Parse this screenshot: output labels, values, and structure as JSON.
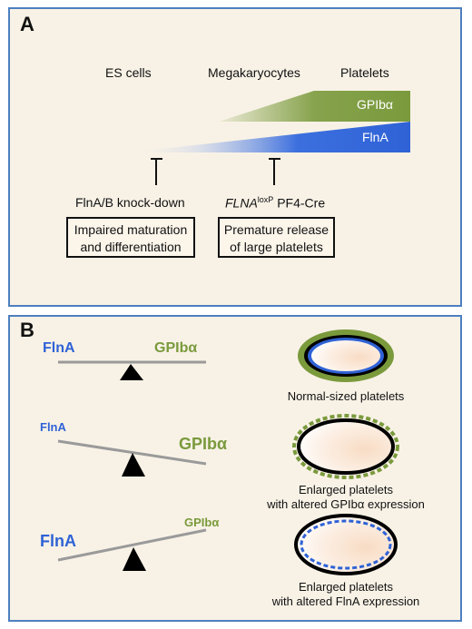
{
  "panelA": {
    "letter": "A",
    "stages": {
      "es_cells": "ES cells",
      "megakaryocytes": "Megakaryocytes",
      "platelets": "Platelets"
    },
    "bands": {
      "gpib": "GPIbα",
      "flna": "FlnA"
    },
    "inhibitors": {
      "knockdown": "FlnA/B knock-down",
      "flna_gene": "FLNA",
      "flna_sup": "loxP",
      "flna_cre": "PF4-Cre"
    },
    "outcomes": {
      "left": [
        "Impaired maturation",
        "and differentiation"
      ],
      "right": [
        "Premature release",
        "of large platelets"
      ]
    },
    "colors": {
      "gpib": "#7a9a3c",
      "flna": "#2f62d6",
      "border": "#4d7fc0",
      "background": "#f8f2e6"
    }
  },
  "panelB": {
    "letter": "B",
    "rows": [
      {
        "left_label": "FlnA",
        "right_label": "GPIbα",
        "caption": [
          "Normal-sized platelets"
        ]
      },
      {
        "left_label": "FlnA",
        "right_label": "GPIbα",
        "caption": [
          "Enlarged platelets",
          "with altered GPIbα expression"
        ]
      },
      {
        "left_label": "FlnA",
        "right_label": "GPIbα",
        "caption": [
          "Enlarged platelets",
          "with altered FlnA expression"
        ]
      }
    ]
  }
}
